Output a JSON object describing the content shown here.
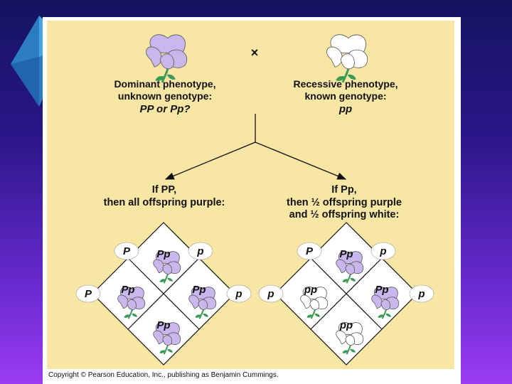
{
  "colors": {
    "cream_background": "#f8e6a5",
    "purple_flower": "#c9b6ec",
    "white_flower": "#ffffff",
    "stem_green": "#3c9a57"
  },
  "cross_symbol": "×",
  "parents": {
    "left": {
      "flower": "purple-flower-icon",
      "lines": [
        "Dominant phenotype,",
        "unknown genotype:",
        "PP or Pp?"
      ]
    },
    "right": {
      "flower": "white-flower-icon",
      "lines": [
        "Recessive phenotype,",
        "known genotype:",
        "pp"
      ]
    }
  },
  "outcomes": {
    "left": {
      "lines": [
        "If PP,",
        "then all offspring purple:"
      ],
      "gametes_top": [
        "P",
        "p"
      ],
      "gametes_side": [
        "P",
        "p"
      ],
      "cells": [
        {
          "genotype": "Pp",
          "flower": "purple"
        },
        {
          "genotype": "Pp",
          "flower": "purple"
        },
        {
          "genotype": "Pp",
          "flower": "purple"
        },
        {
          "genotype": "Pp",
          "flower": "purple"
        }
      ]
    },
    "right": {
      "lines": [
        "If Pp,",
        "then ½ offspring purple",
        "and ½ offspring white:"
      ],
      "gametes_top": [
        "P",
        "p"
      ],
      "gametes_side": [
        "p",
        "p"
      ],
      "cells": [
        {
          "genotype": "Pp",
          "flower": "purple"
        },
        {
          "genotype": "pp",
          "flower": "white"
        },
        {
          "genotype": "Pp",
          "flower": "purple"
        },
        {
          "genotype": "pp",
          "flower": "white"
        }
      ]
    }
  },
  "copyright": "Copyright © Pearson Education, Inc., publishing as Benjamin Cummings."
}
